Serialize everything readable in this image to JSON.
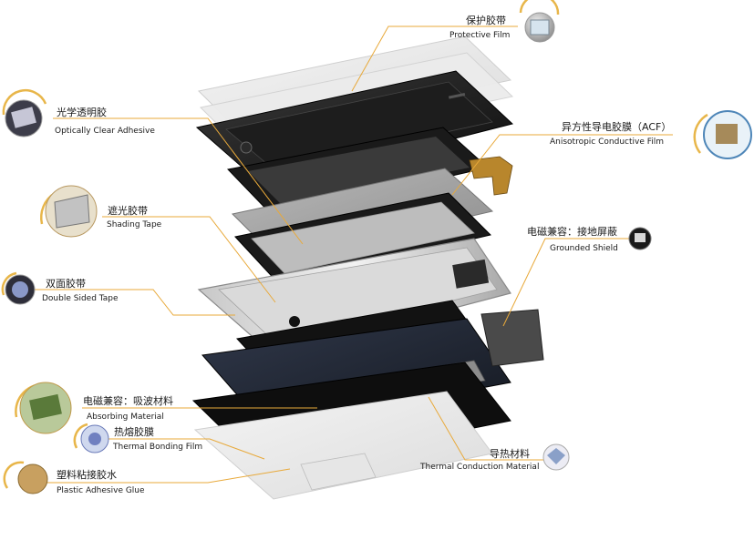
{
  "callouts": [
    {
      "id": "protective-film",
      "zh": "保护胶带",
      "en": "Protective Film",
      "icon": "protective-film-sample-icon"
    },
    {
      "id": "optically-clear-adhesive",
      "zh": "光学透明胶",
      "en": "Optically Clear Adhesive",
      "icon": "optically-clear-adhesive-sample-icon"
    },
    {
      "id": "anisotropic-conductive-film",
      "zh": "异方性导电胶膜（ACF）",
      "en": "Anisotropic Conductive Film",
      "icon": "acf-sample-icon"
    },
    {
      "id": "shading-tape",
      "zh": "遮光胶带",
      "en": "Shading Tape",
      "icon": "shading-tape-sample-icon"
    },
    {
      "id": "grounded-shield",
      "zh": "电磁兼容：接地屏蔽",
      "en": "Grounded Shield",
      "icon": "grounded-shield-sample-icon"
    },
    {
      "id": "double-sided-tape",
      "zh": "双面胶带",
      "en": "Double Sided Tape",
      "icon": "double-sided-tape-sample-icon"
    },
    {
      "id": "absorbing-material",
      "zh": "电磁兼容：吸波材料",
      "en": "Absorbing Material",
      "icon": "absorbing-material-sample-icon"
    },
    {
      "id": "thermal-bonding-film",
      "zh": "热熔胶膜",
      "en": "Thermal Bonding Film",
      "icon": "thermal-bonding-film-sample-icon"
    },
    {
      "id": "thermal-conduction-material",
      "zh": "导热材料",
      "en": "Thermal Conduction Material",
      "icon": "thermal-conduction-material-sample-icon"
    },
    {
      "id": "plastic-adhesive-glue",
      "zh": "塑料粘接胶水",
      "en": "Plastic Adhesive Glue",
      "icon": "plastic-adhesive-glue-sample-icon"
    }
  ],
  "colors": {
    "leader_line": "#e8a93a",
    "text": "#1a1a1a"
  }
}
